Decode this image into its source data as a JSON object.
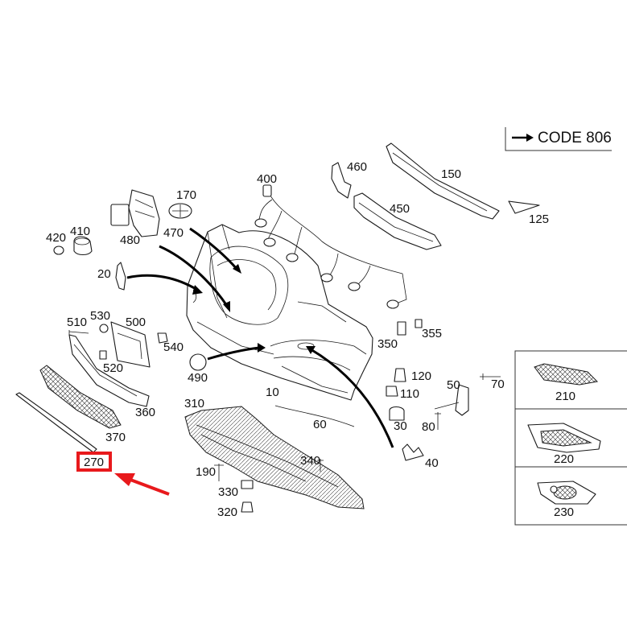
{
  "legend": {
    "text": "CODE 806"
  },
  "labels": {
    "p10": "10",
    "p20": "20",
    "p30": "30",
    "p40": "40",
    "p50": "50",
    "p60": "60",
    "p70": "70",
    "p80": "80",
    "p110": "110",
    "p120": "120",
    "p125": "125",
    "p150": "150",
    "p170": "170",
    "p190": "190",
    "p210": "210",
    "p220": "220",
    "p230": "230",
    "p270": "270",
    "p310": "310",
    "p320": "320",
    "p330": "330",
    "p340": "340",
    "p350": "350",
    "p355": "355",
    "p360": "360",
    "p370": "370",
    "p400": "400",
    "p410": "410",
    "p420": "420",
    "p450": "450",
    "p460": "460",
    "p470": "470",
    "p480": "480",
    "p490": "490",
    "p500": "500",
    "p510": "510",
    "p520": "520",
    "p530": "530",
    "p540": "540"
  },
  "highlight": {
    "part": "270",
    "color": "#e8191c"
  }
}
